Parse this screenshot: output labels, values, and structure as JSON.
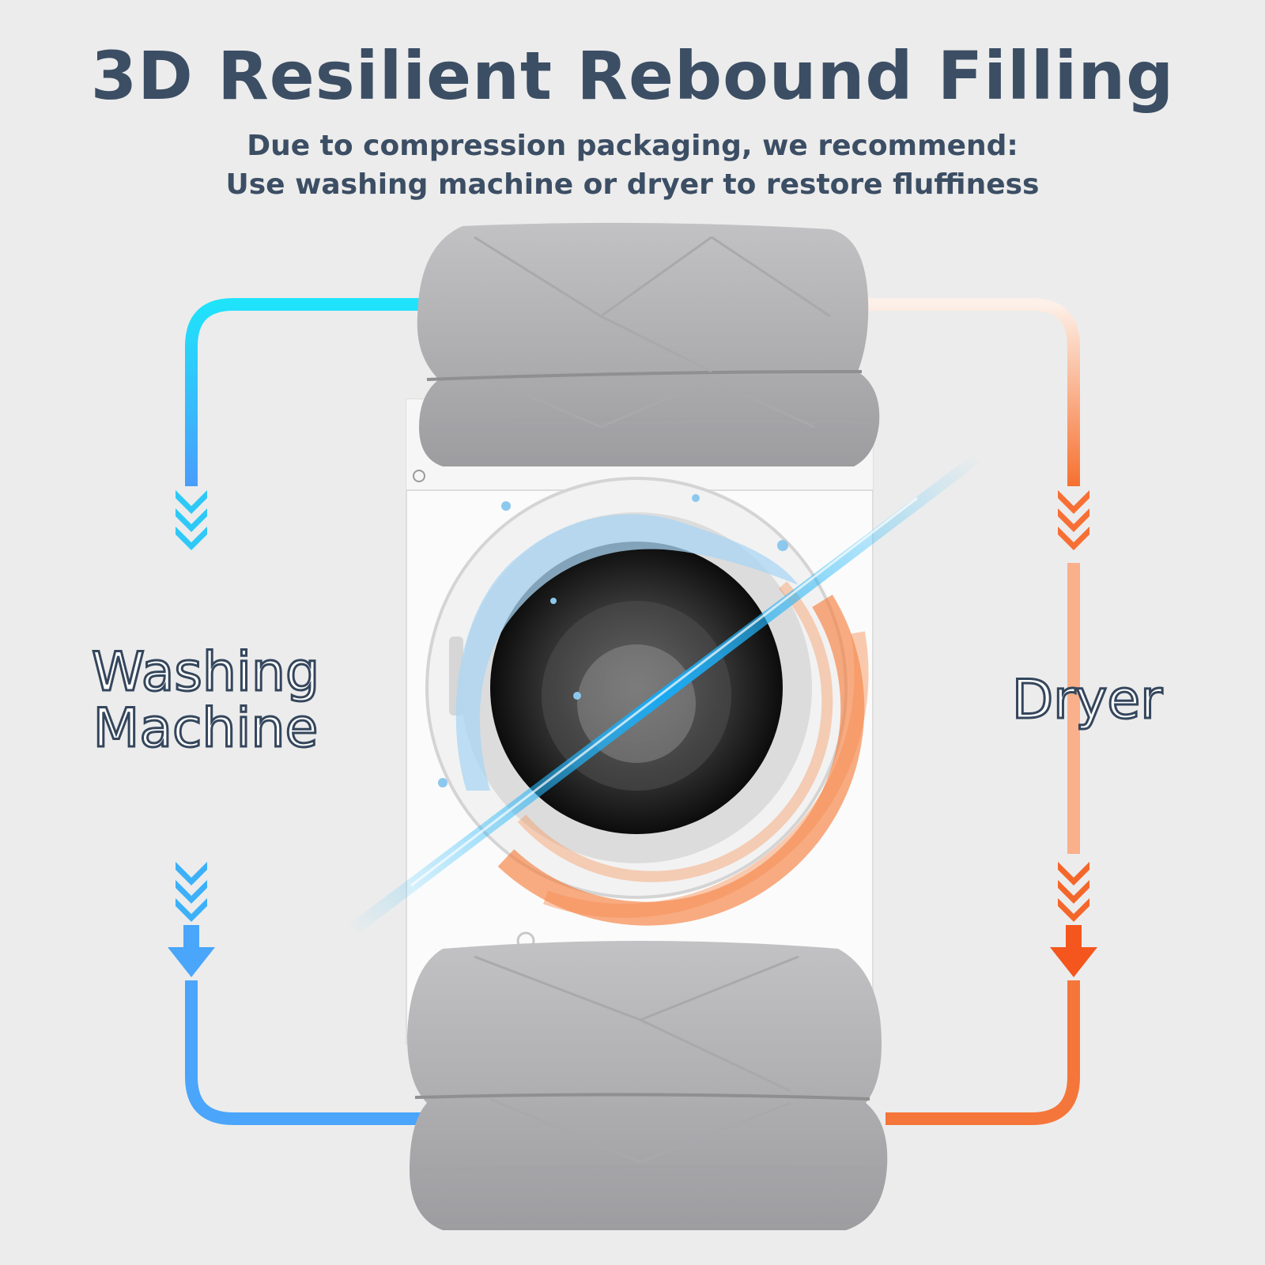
{
  "header": {
    "title": "3D Resilient Rebound Filling",
    "subtitle_line1": "Due to compression packaging, we recommend:",
    "subtitle_line2": "Use washing machine or dryer to restore fluffiness"
  },
  "labels": {
    "washing_machine_line1": "Washing",
    "washing_machine_line2": "Machine",
    "dryer": "Dryer"
  },
  "colors": {
    "title_text": "#3c4e64",
    "washing_flow": "#35c8f7",
    "dryer_flow": "#f4733a",
    "background": "#ececec"
  },
  "icons": {
    "washing_arrows": "chevron-down-icon",
    "dryer_arrows": "chevron-down-icon"
  }
}
